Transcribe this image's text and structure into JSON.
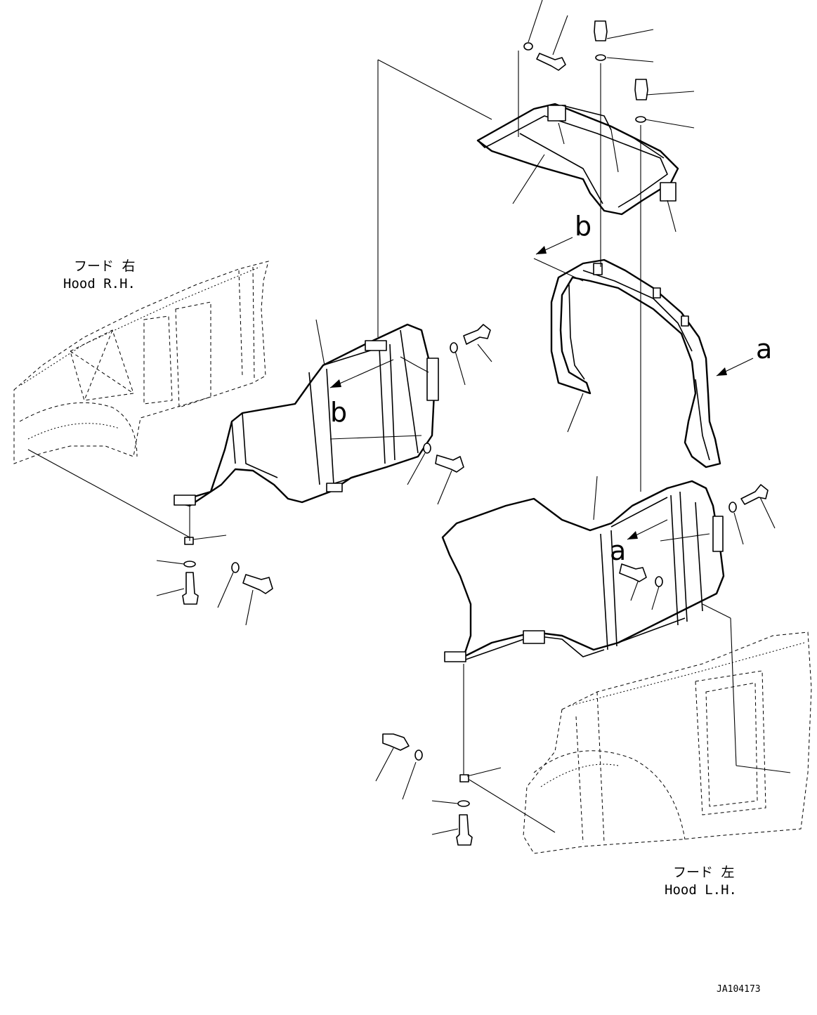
{
  "diagram": {
    "hood_rh": {
      "jp": "フード 右",
      "en": "Hood R.H."
    },
    "hood_lh": {
      "jp": "フード 左",
      "en": "Hood L.H."
    },
    "ref_a": "a",
    "ref_b": "b",
    "drawing_code": "JA104173"
  }
}
